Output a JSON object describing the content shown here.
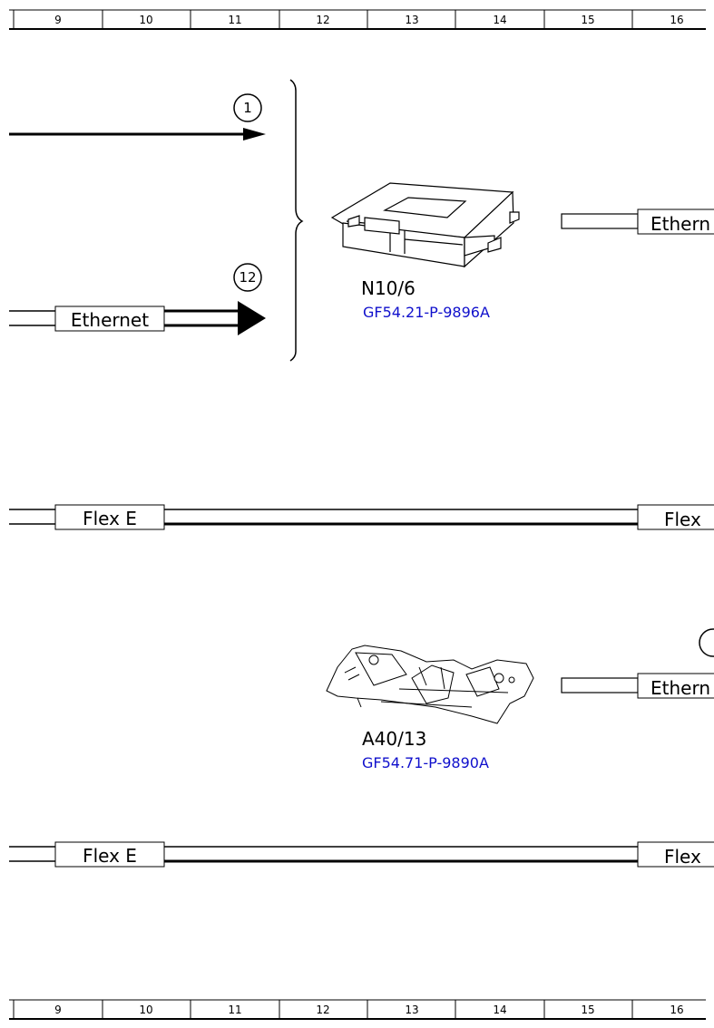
{
  "ruler": {
    "columns": [
      "9",
      "10",
      "11",
      "12",
      "13",
      "14",
      "15",
      "16"
    ]
  },
  "callouts": {
    "first": "1",
    "second": "12"
  },
  "connectors": {
    "ethernet_in": "Ethernet",
    "ethernet_out_1": "Ethern",
    "ethernet_out_2": "Ethern",
    "flex_1_left": "Flex E",
    "flex_1_right": "Flex",
    "flex_2_left": "Flex E",
    "flex_2_right": "Flex"
  },
  "components": [
    {
      "id": "N10/6",
      "doc": "GF54.21-P-9896A"
    },
    {
      "id": "A40/13",
      "doc": "GF54.71-P-9890A"
    }
  ],
  "colors": {
    "line": "#000000",
    "link": "#1010cc",
    "background": "#ffffff"
  }
}
